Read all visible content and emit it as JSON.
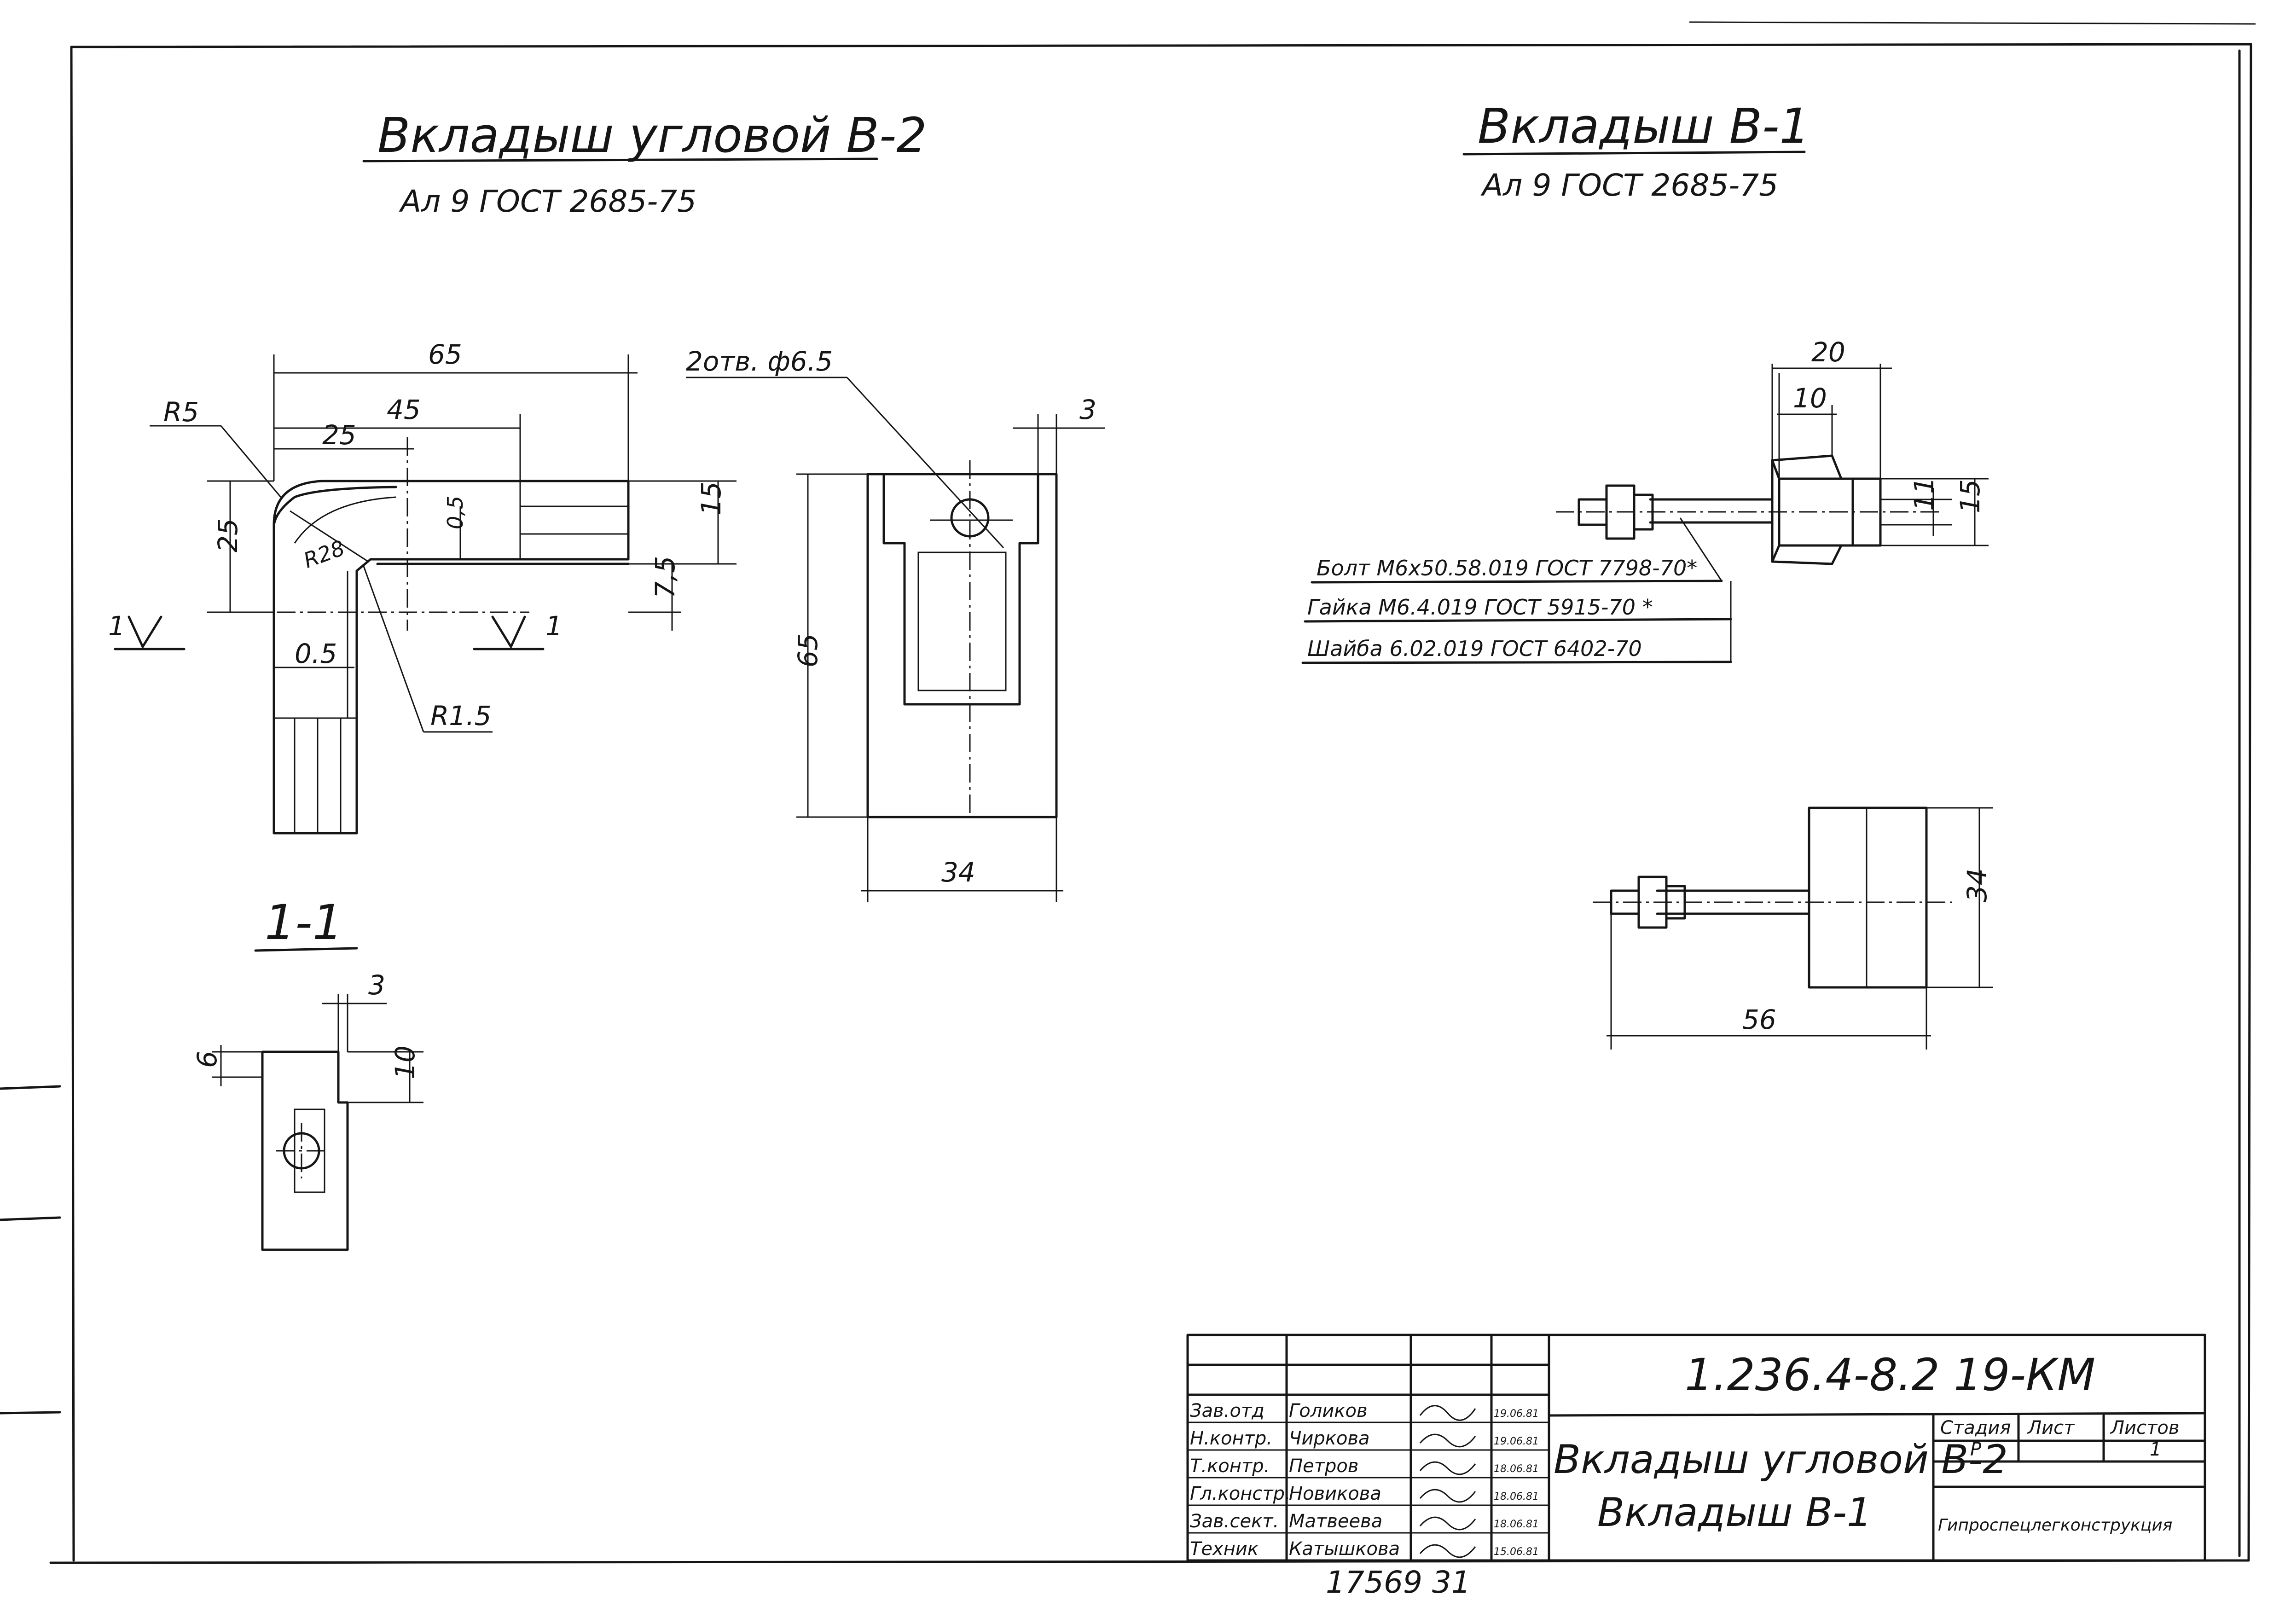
{
  "drawing": {
    "insert_b2": {
      "title": "Вкладыш угловой В-2",
      "material": "Ал 9 ГОСТ 2685-75",
      "dims": {
        "d65": "65",
        "d45": "45",
        "d25": "25",
        "r5": "R5",
        "r28": "R28",
        "h25": "25",
        "d05a": "0,5",
        "d15": "15",
        "d75": "7,5",
        "d05b": "0.5",
        "r15": "R1.5",
        "section_mark": "1"
      },
      "view2": {
        "holes": "2отв. ф6.5",
        "d3": "3",
        "d65": "65",
        "d34": "34"
      },
      "section": {
        "label": "1-1",
        "d3": "3",
        "d6": "6",
        "d10": "10"
      }
    },
    "insert_b1": {
      "title": "Вкладыш В-1",
      "material": "Ал 9 ГОСТ 2685-75",
      "dims": {
        "d20": "20",
        "d10": "10",
        "d11": "11",
        "d15": "15",
        "d34": "34",
        "d56": "56"
      },
      "fasteners": [
        "Болт М6х50.58.019 ГОСТ 7798-70*",
        "Гайка М6.4.019 ГОСТ 5915-70 *",
        "Шайба 6.02.019 ГОСТ 6402-70"
      ]
    },
    "title_block": {
      "code": "1.236.4-8.2  19-КМ",
      "name_line1": "Вкладыш угловой В-2",
      "name_line2": "Вкладыш В-1",
      "stage_header": "Стадия",
      "sheet_header": "Лист",
      "sheets_header": "Листов",
      "stage": "Р",
      "sheets": "1",
      "organization": "Гипроспецлегконструкция",
      "rows": [
        {
          "role": "Зав.отд",
          "name": "Голиков",
          "date": "19.06.81"
        },
        {
          "role": "Н.контр.",
          "name": "Чиркова",
          "date": "19.06.81"
        },
        {
          "role": "Т.контр.",
          "name": "Петров",
          "date": "18.06.81"
        },
        {
          "role": "Гл.констр.",
          "name": "Новикова",
          "date": "18.06.81"
        },
        {
          "role": "Зав.сект.",
          "name": "Матвеева",
          "date": "18.06.81"
        },
        {
          "role": "Техник",
          "name": "Катышкова",
          "date": "15.06.81"
        }
      ],
      "archive_no": "17569   31"
    }
  }
}
